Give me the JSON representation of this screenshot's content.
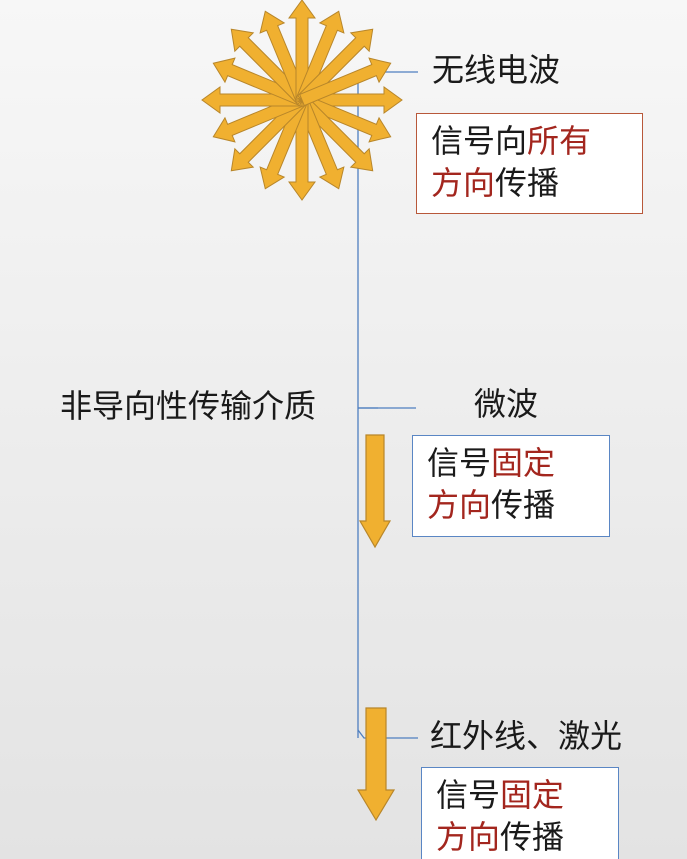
{
  "root": {
    "label": "非导向性传输介质"
  },
  "branches": [
    {
      "title": "无线电波",
      "desc_line1": {
        "a": "信号向",
        "b": "所有"
      },
      "desc_line2": {
        "a": "方向",
        "b": "传播"
      }
    },
    {
      "title": "微波",
      "desc_line1": {
        "a": "信号",
        "b": "固定"
      },
      "desc_line2": {
        "a": "方向",
        "b": "传播"
      }
    },
    {
      "title": "红外线、激光",
      "desc_line1": {
        "a": "信号",
        "b": "固定"
      },
      "desc_line2": {
        "a": "方向",
        "b": "传播"
      }
    }
  ],
  "colors": {
    "connector": "#4f7fc0",
    "arrow_fill": "#f0b030",
    "arrow_stroke": "#b8862a",
    "highlight_text": "#a3261e",
    "box_border_red": "#b8583a",
    "box_border_blue": "#5a86c4"
  },
  "icons": {
    "burst": "omnidirectional-arrows-icon",
    "arrow": "down-arrow-icon"
  }
}
